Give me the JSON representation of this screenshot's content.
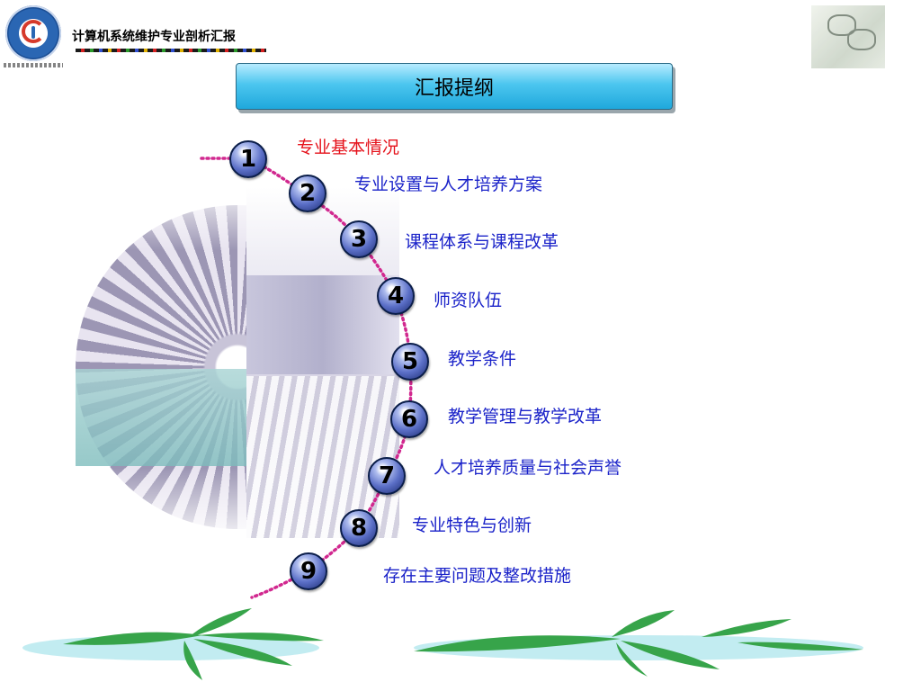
{
  "header": {
    "logo_icon": "college-logo-icon",
    "title": "计算机系统维护专业剖析汇报",
    "decoration_icon": "glasses-icon"
  },
  "outline": {
    "title": "汇报提纲"
  },
  "items": [
    {
      "number": "1",
      "label": "专业基本情况",
      "active": true
    },
    {
      "number": "2",
      "label": "专业设置与人才培养方案",
      "active": false
    },
    {
      "number": "3",
      "label": "课程体系与课程改革",
      "active": false
    },
    {
      "number": "4",
      "label": "师资队伍",
      "active": false
    },
    {
      "number": "5",
      "label": "教学条件",
      "active": false
    },
    {
      "number": "6",
      "label": "教学管理与教学改革",
      "active": false
    },
    {
      "number": "7",
      "label": "人才培养质量与社会声誉",
      "active": false
    },
    {
      "number": "8",
      "label": "专业特色与创新",
      "active": false
    },
    {
      "number": "9",
      "label": "存在主要问题及整改措施",
      "active": false
    }
  ],
  "colors": {
    "accent_active": "#e5121b",
    "link_text": "#1b23c9",
    "path_dots": "#d1288f",
    "title_bar": "#1fa8dc"
  }
}
